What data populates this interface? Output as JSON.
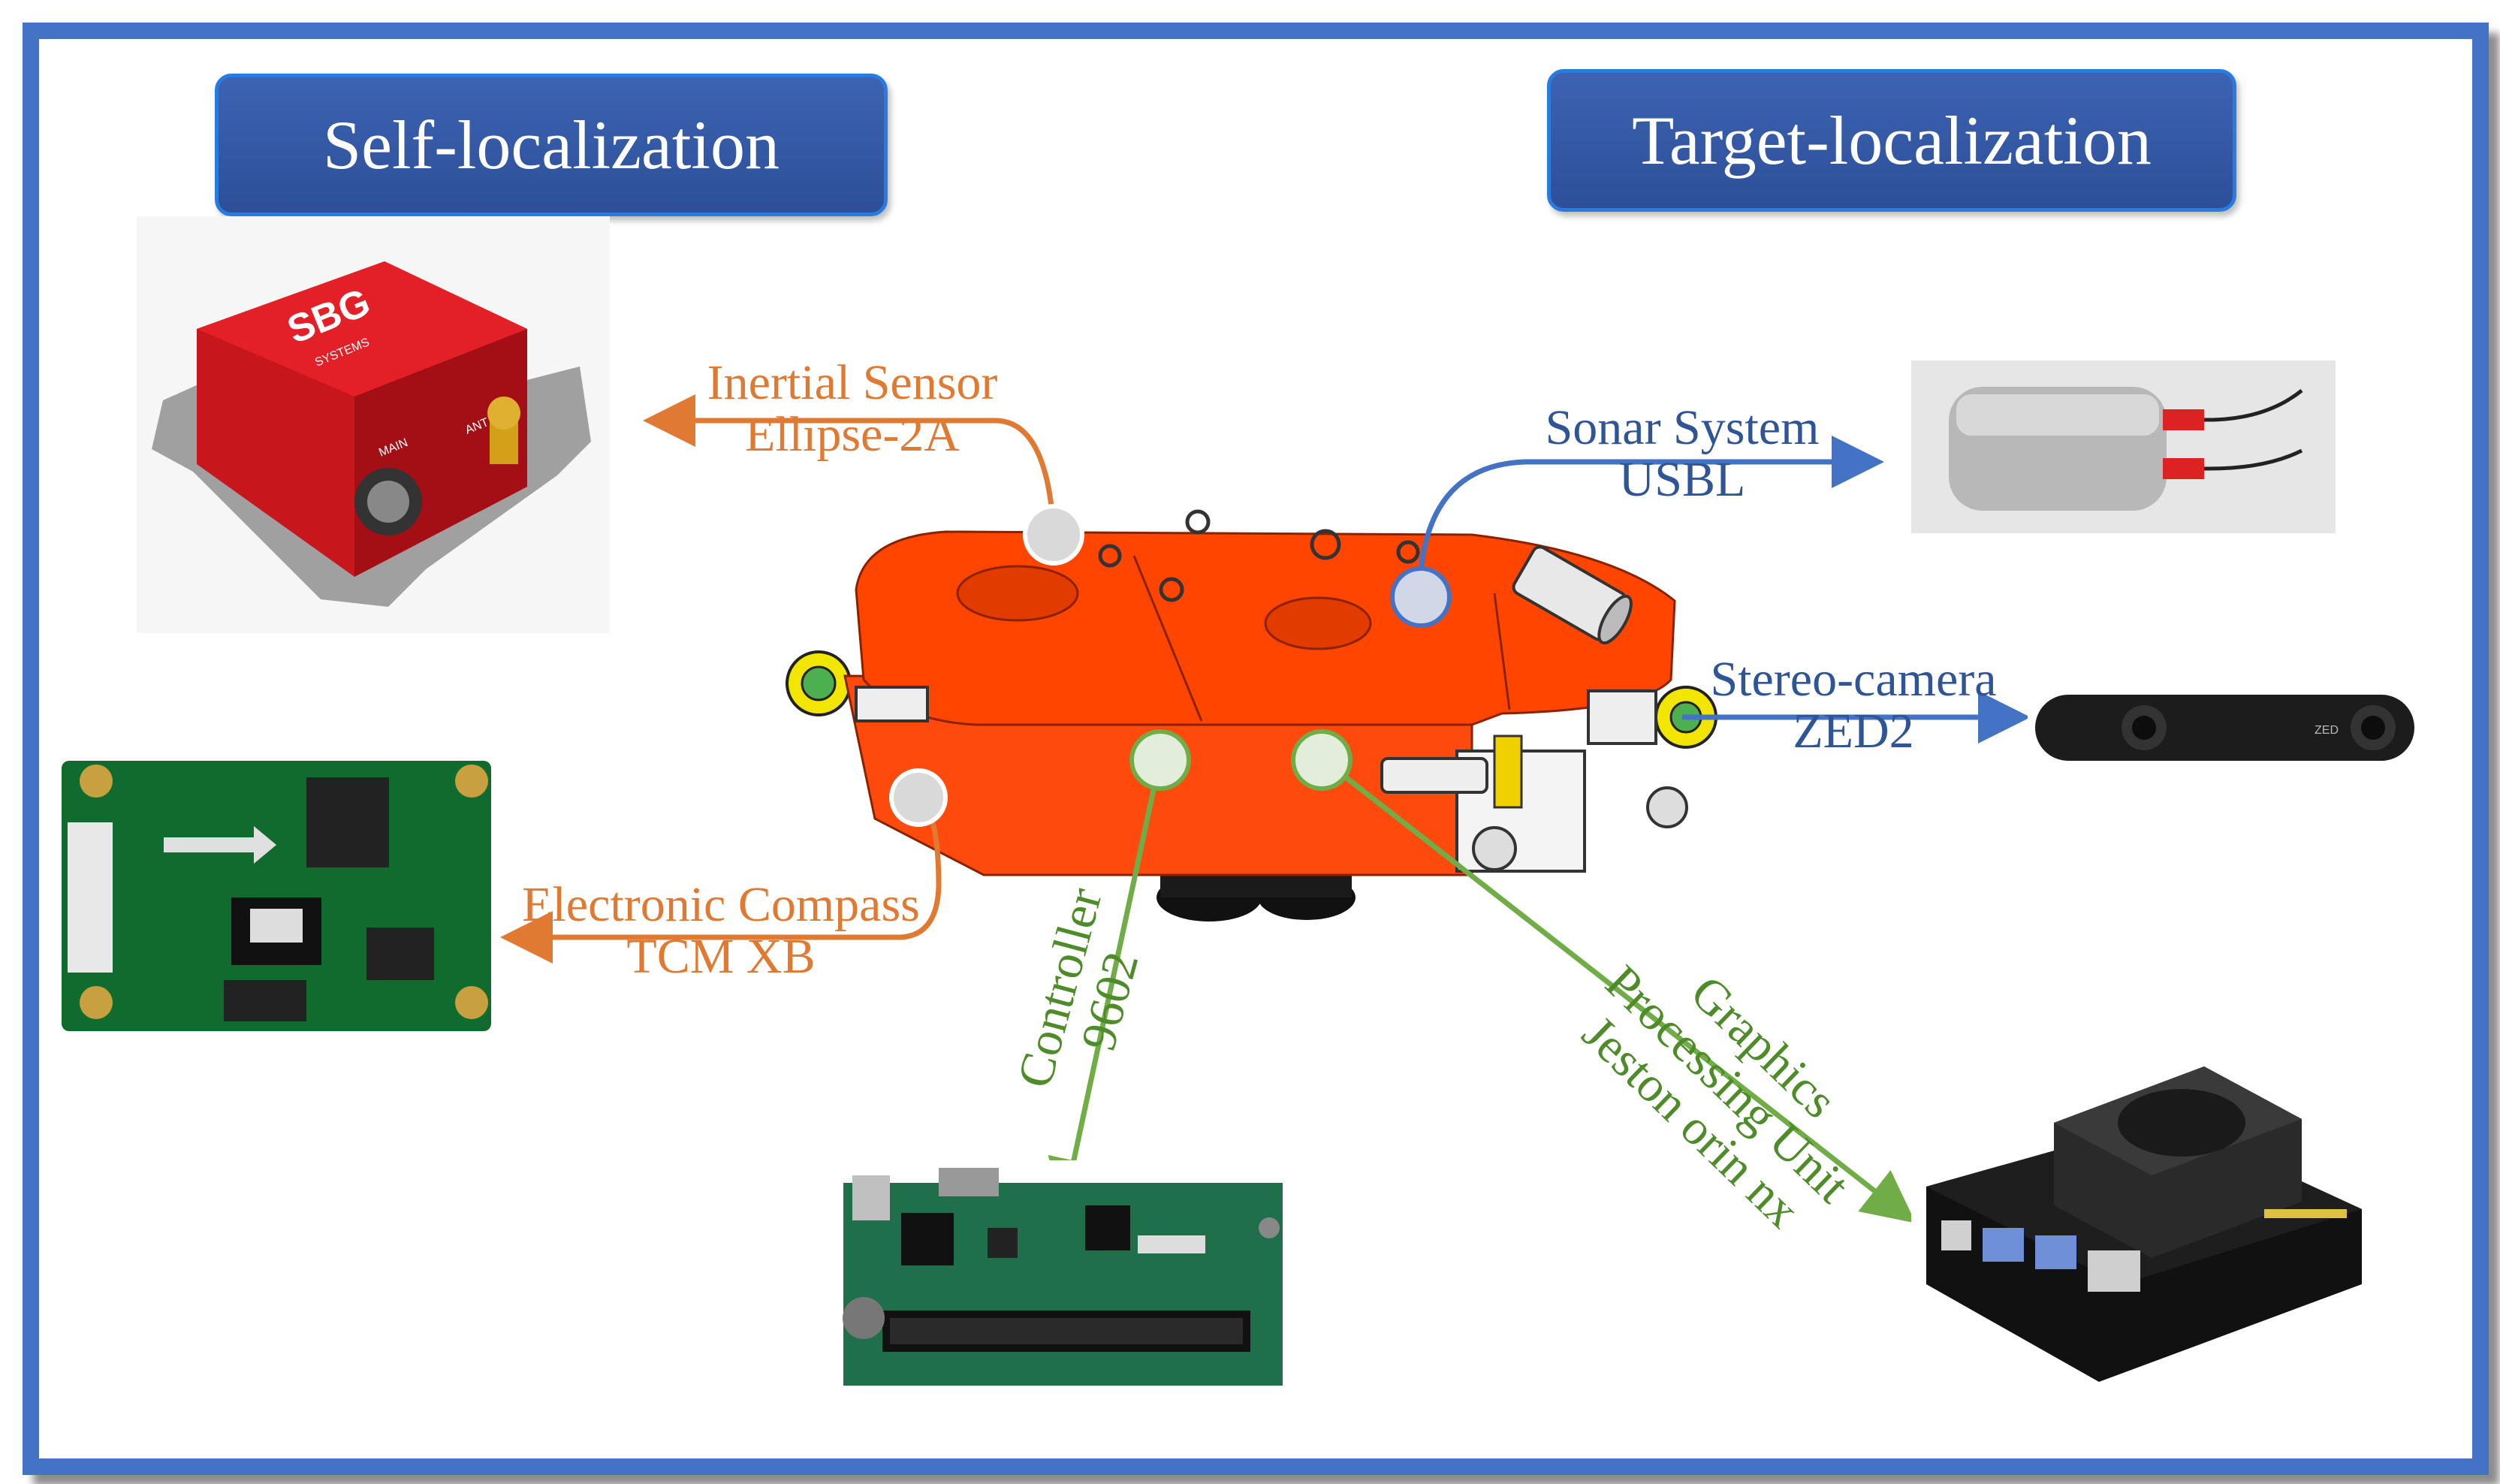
{
  "headers": {
    "self": "Self-localization",
    "target": "Target-localization"
  },
  "labels": {
    "inertial": [
      "Inertial Sensor",
      "Ellipse-2A"
    ],
    "compass": [
      "Electronic Compass",
      "TCM XB"
    ],
    "sonar": [
      "Sonar System",
      "USBL"
    ],
    "stereo": [
      "Stereo-camera",
      "ZED2"
    ],
    "controller": [
      "Controller",
      "9602"
    ],
    "gpu": [
      "Graphics",
      "Processing Unit",
      "Jeston orin nx"
    ]
  },
  "photos": {
    "sbg_logo": "SBG",
    "sbg_sub": "SYSTEMS",
    "sbg_main": "MAIN",
    "sbg_ant": "ANT",
    "zed_logo": "ZED"
  },
  "colors": {
    "frame": "#4472c4",
    "self_group": "#e07a33",
    "target_group": "#2f5597",
    "compute_group": "#4e8c2a",
    "robot_body": "#ff4500"
  }
}
